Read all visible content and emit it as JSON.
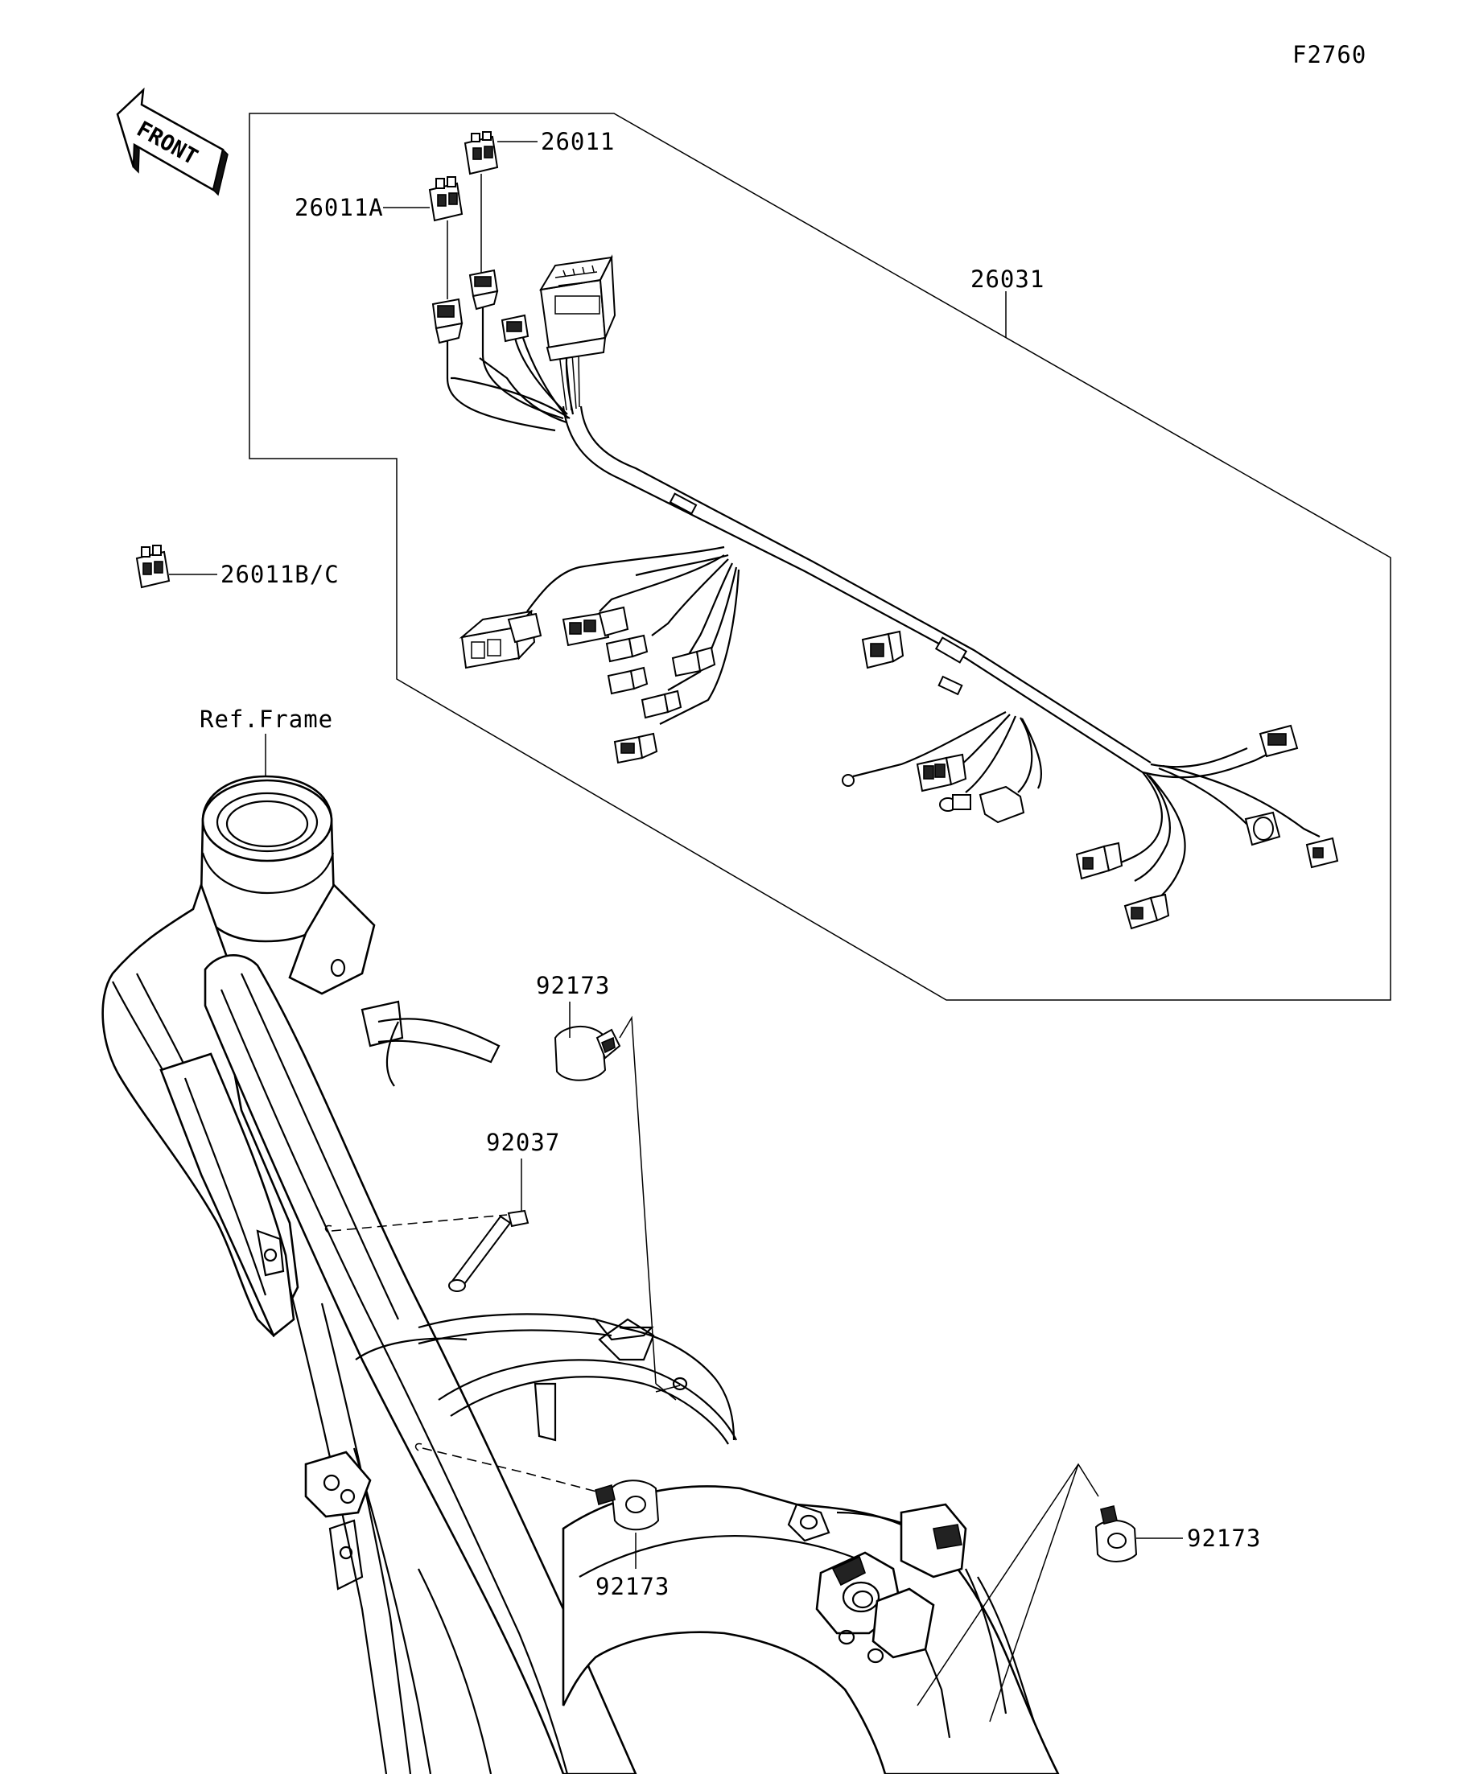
{
  "figure_code": "F2760",
  "front_arrow_label": "FRONT",
  "callouts": {
    "c26011": "26011",
    "c26011A": "26011A",
    "c26031": "26031",
    "c26011BC": "26011B/C",
    "ref_frame": "Ref.Frame",
    "c92173_top": "92173",
    "c92037": "92037",
    "c92173_mid": "92173",
    "c92173_right": "92173"
  },
  "parts": [
    {
      "number": "26011",
      "description": "connector"
    },
    {
      "number": "26011A",
      "description": "connector"
    },
    {
      "number": "26011B/C",
      "description": "connector"
    },
    {
      "number": "26031",
      "description": "wiring harness"
    },
    {
      "number": "92173",
      "description": "clamp"
    },
    {
      "number": "92037",
      "description": "clamp band"
    }
  ]
}
